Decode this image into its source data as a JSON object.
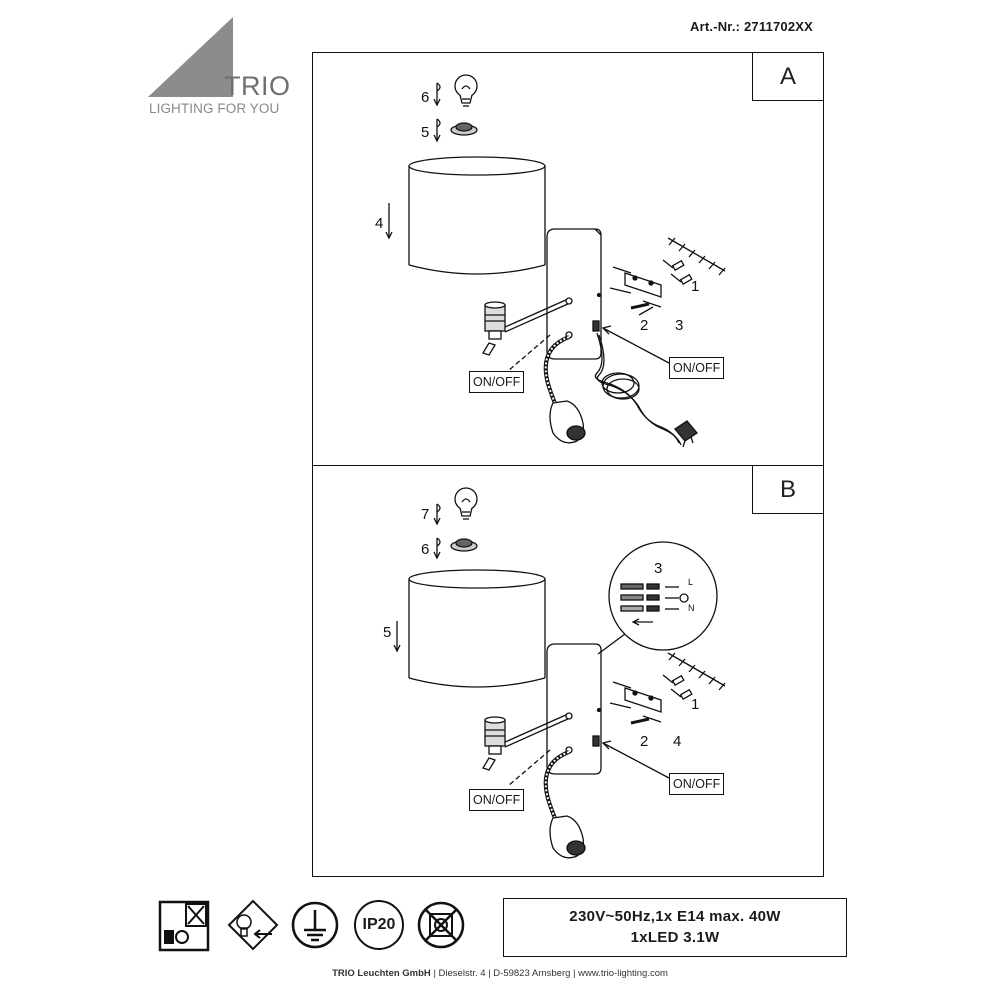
{
  "header": {
    "article_number": "Art.-Nr.: 2711702XX",
    "logo_name": "TRIO",
    "logo_tagline": "LIGHTING FOR YOU"
  },
  "panel_a": {
    "letter": "A",
    "step_labels": [
      "6",
      "5",
      "4",
      "1",
      "2",
      "3"
    ],
    "switch_label_left": "ON/OFF",
    "switch_label_right": "ON/OFF"
  },
  "panel_b": {
    "letter": "B",
    "step_labels": [
      "7",
      "6",
      "5",
      "3",
      "1",
      "2",
      "4"
    ],
    "wiring_labels": [
      "L",
      "N"
    ],
    "switch_label_left": "ON/OFF",
    "switch_label_right": "ON/OFF"
  },
  "icons": [
    {
      "name": "indoor-use-only-icon"
    },
    {
      "name": "replaceable-bulb-icon"
    },
    {
      "name": "protection-class-earth-icon"
    },
    {
      "name": "ip-rating-icon",
      "text": "IP20"
    },
    {
      "name": "no-dimmer-icon"
    }
  ],
  "specs": {
    "line1": "230V~50Hz,1x E14 max. 40W",
    "line2": "1xLED 3.1W"
  },
  "footer": {
    "company": "TRIO Leuchten GmbH",
    "address_street": "Dieselstr. 4",
    "address_city": "D-59823 Arnsberg",
    "website": "www.trio-lighting.com",
    "separator": "|"
  }
}
